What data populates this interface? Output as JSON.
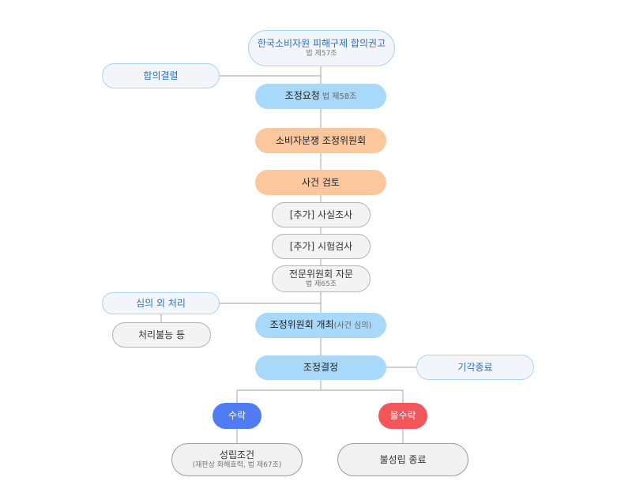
{
  "nodes": {
    "kca": {
      "title": "한국소비자원 피해구제 합의권고",
      "sub": "법 제57조"
    },
    "agreement": {
      "title": "합의결렬"
    },
    "request": {
      "title": "조정요청",
      "sub": "법 제58조"
    },
    "committee": {
      "title": "소비자분쟁 조정위원회"
    },
    "review": {
      "title": "사건 검토"
    },
    "fact": {
      "title": "[추가] 사실조사"
    },
    "test": {
      "title": "[추가] 시험검사"
    },
    "expert": {
      "title": "전문위원회 자문",
      "sub": "법 제65조"
    },
    "outside": {
      "title": "심의 외 처리"
    },
    "unable": {
      "title": "처리불능 등"
    },
    "meeting": {
      "title": "조정위원회 개최",
      "sub": "(사건 심의)"
    },
    "decision": {
      "title": "조정결정"
    },
    "dismiss": {
      "title": "기각종료"
    },
    "accept": {
      "title": "수락"
    },
    "reject": {
      "title": "불수락"
    },
    "established": {
      "title": "성립조건",
      "sub": "(재판상 화해효력, 법 제67조)"
    },
    "failed": {
      "title": "불성립 종료"
    }
  },
  "colors": {
    "connector": "#b5b5b5",
    "blue_fill": "#a8d8fa",
    "blue_outline": "#a9d4f5",
    "orange_fill": "#fdc79e",
    "accept": "#4f7cf4",
    "reject": "#f2555a"
  }
}
